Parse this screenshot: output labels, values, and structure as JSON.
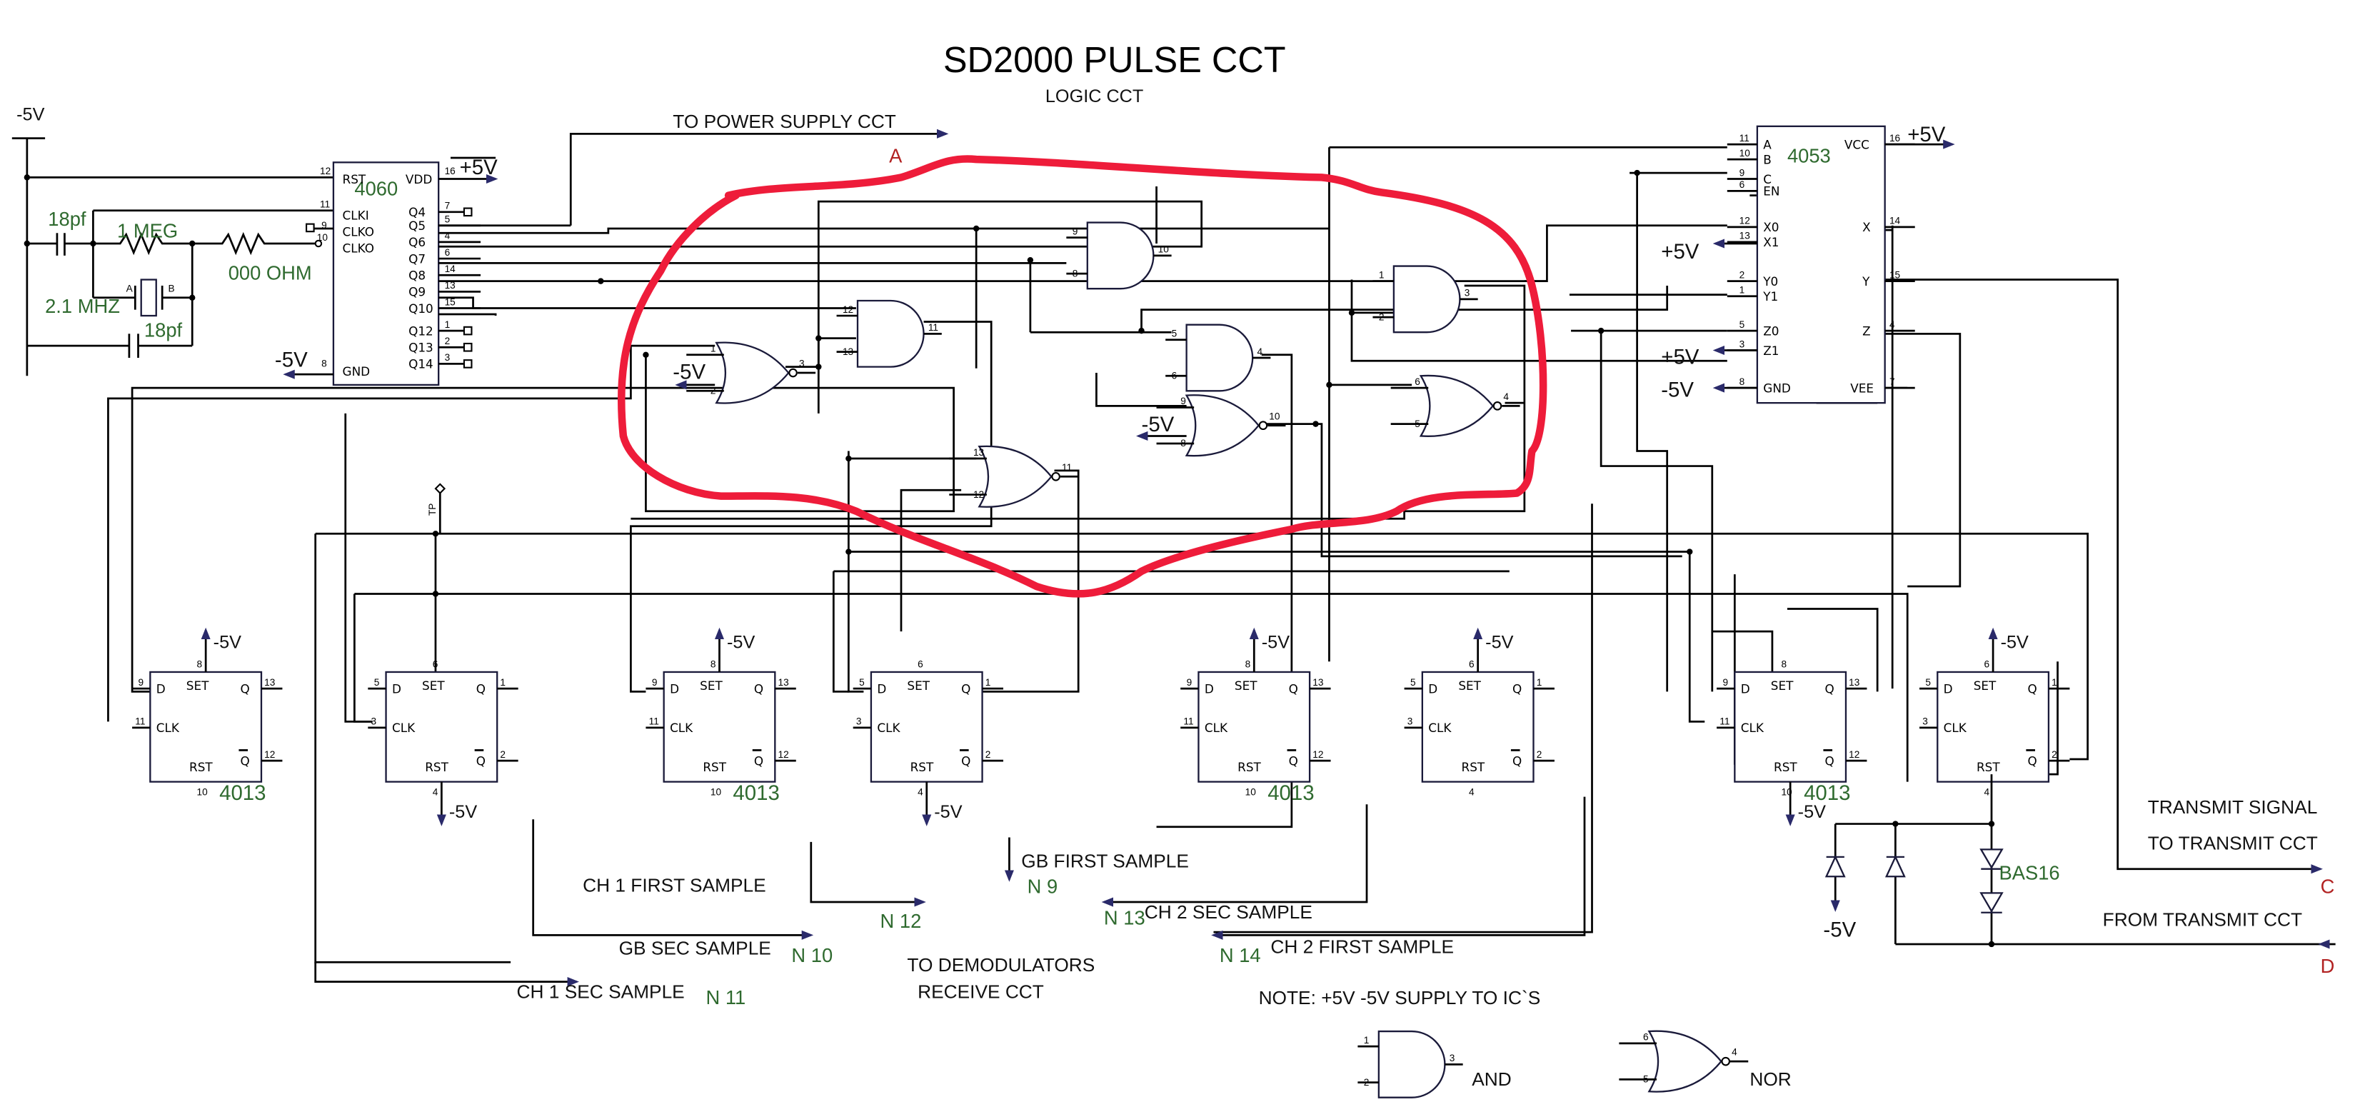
{
  "title": "SD2000 PULSE CCT",
  "subtitle": "LOGIC CCT",
  "annotation_marks": {
    "A": "A",
    "C": "C",
    "D": "D"
  },
  "power_labels": {
    "pos": "+5V",
    "neg": "-5V"
  },
  "offpage": {
    "power_supply": "TO POWER SUPPLY CCT",
    "transmit_signal_line1": "TRANSMIT SIGNAL",
    "transmit_signal_line2": "TO TRANSMIT CCT",
    "from_transmit": "FROM TRANSMIT CCT",
    "demod_line1": "TO DEMODULATORS",
    "demod_line2": "RECEIVE CCT"
  },
  "samples": [
    {
      "label": "CH 1 FIRST SAMPLE",
      "net": "N 12"
    },
    {
      "label": "GB FIRST SAMPLE",
      "net": "N 9"
    },
    {
      "label": "GB SEC SAMPLE",
      "net": "N 10"
    },
    {
      "label": "CH 1 SEC SAMPLE",
      "net": "N 11"
    },
    {
      "label": "CH 2 SEC SAMPLE",
      "net": "N 13"
    },
    {
      "label": "CH 2 FIRST SAMPLE",
      "net": "N 14"
    }
  ],
  "oscillator": {
    "cap1": "18pf",
    "cap2": "18pf",
    "res1": "1 MEG",
    "res2": "000 OHM",
    "crystal": "2.1 MHZ",
    "crystal_pins": [
      "A",
      "B"
    ]
  },
  "ic_4060": {
    "name": "4060",
    "left_pins": [
      {
        "num": "12",
        "name": "RST"
      },
      {
        "num": "11",
        "name": "CLKI"
      },
      {
        "num": "9",
        "name": "CLKO"
      },
      {
        "num": "10",
        "name": "CLKO"
      },
      {
        "num": "8",
        "name": "GND"
      }
    ],
    "right_pins": [
      {
        "num": "16",
        "name": "VDD"
      },
      {
        "num": "7",
        "name": "Q4"
      },
      {
        "num": "5",
        "name": "Q5"
      },
      {
        "num": "4",
        "name": "Q6"
      },
      {
        "num": "6",
        "name": "Q7"
      },
      {
        "num": "14",
        "name": "Q8"
      },
      {
        "num": "13",
        "name": "Q9"
      },
      {
        "num": "15",
        "name": "Q10"
      },
      {
        "num": "1",
        "name": "Q12"
      },
      {
        "num": "2",
        "name": "Q13"
      },
      {
        "num": "3",
        "name": "Q14"
      }
    ]
  },
  "ic_4053": {
    "name": "4053",
    "left_pins": [
      {
        "num": "11",
        "name": "A"
      },
      {
        "num": "10",
        "name": "B"
      },
      {
        "num": "9",
        "name": "C"
      },
      {
        "num": "6",
        "name": "EN"
      },
      {
        "num": "12",
        "name": "X0"
      },
      {
        "num": "13",
        "name": "X1"
      },
      {
        "num": "2",
        "name": "Y0"
      },
      {
        "num": "1",
        "name": "Y1"
      },
      {
        "num": "5",
        "name": "Z0"
      },
      {
        "num": "3",
        "name": "Z1"
      },
      {
        "num": "8",
        "name": "GND"
      }
    ],
    "right_pins": [
      {
        "num": "16",
        "name": "VCC"
      },
      {
        "num": "14",
        "name": "X"
      },
      {
        "num": "15",
        "name": "Y"
      },
      {
        "num": "4",
        "name": "Z"
      },
      {
        "num": "7",
        "name": "VEE"
      }
    ]
  },
  "flipflop": {
    "name": "4013",
    "labels": {
      "d": "D",
      "set": "SET",
      "q": "Q",
      "clk": "CLK",
      "rst": "RST",
      "qbar": "Q"
    },
    "pins_a": {
      "d": "9",
      "clk": "11",
      "set": "8",
      "q": "13",
      "qbar": "12",
      "rst": "10"
    },
    "pins_b": {
      "d": "5",
      "clk": "3",
      "set": "6",
      "q": "1",
      "qbar": "2",
      "rst": "4"
    }
  },
  "gates": [
    {
      "type": "NOR",
      "in": [
        "1",
        "2"
      ],
      "out": "3"
    },
    {
      "type": "AND",
      "in": [
        "12",
        "13"
      ],
      "out": "11"
    },
    {
      "type": "AND",
      "in": [
        "9",
        "8"
      ],
      "out": "10"
    },
    {
      "type": "AND",
      "in": [
        "5",
        "6"
      ],
      "out": "4"
    },
    {
      "type": "NOR",
      "in": [
        "9",
        "8"
      ],
      "out": "10"
    },
    {
      "type": "AND",
      "in": [
        "1",
        "2"
      ],
      "out": "3"
    },
    {
      "type": "NOR",
      "in": [
        "6",
        "5"
      ],
      "out": "4"
    },
    {
      "type": "NOR",
      "in": [
        "13",
        "12"
      ],
      "out": "11"
    }
  ],
  "test_point": "TP",
  "diode": "BAS16",
  "note": "NOTE: +5V -5V SUPPLY TO IC`S",
  "legend": [
    {
      "label": "AND",
      "in": [
        "1",
        "2"
      ],
      "out": "3"
    },
    {
      "label": "NOR",
      "in": [
        "6",
        "5"
      ],
      "out": "4"
    }
  ],
  "colors": {
    "wire": "#000000",
    "highlight": "#ee1c3a",
    "component_value": "#2f6a2f",
    "marker": "#b22222",
    "arrow": "#2a2a6a"
  }
}
